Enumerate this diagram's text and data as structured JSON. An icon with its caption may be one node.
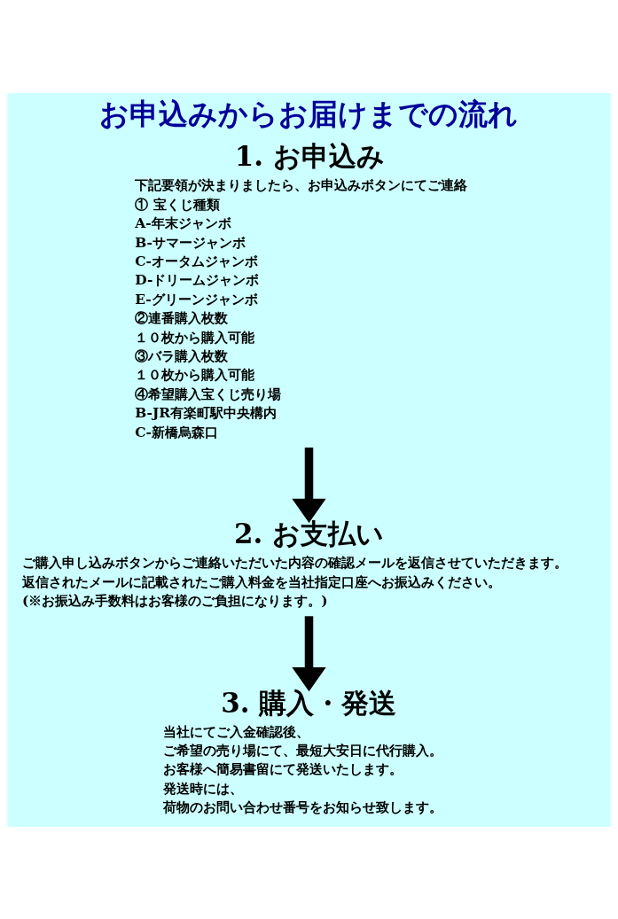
{
  "diagram": {
    "title": "お申込みからお届けまでの流れ",
    "nodes": [
      {
        "text": [
          "1. お申込み",
          "下記要領が決まりましたら、お申込みボタンにてご連絡",
          "① 宝くじ種類",
          "A-年末ジャンボ",
          "B-サマージャンボ",
          "C-オータムジャンボ",
          "D-ドリームジャンボ",
          "E-グリーンジャンボ",
          "②連番購入枚数",
          "１０枚から購入可能",
          "③バラ購入枚数",
          "１０枚から購入可能",
          "④希望購入宝くじ売り場",
          "B-JR有楽町駅中央構内",
          "C-新橋烏森口"
        ]
      },
      {
        "text": [
          "2. お支払い",
          "ご購入申し込みボタンからご連絡いただいた内容の確認メールを返信させていただきます。",
          "返信されたメールに記載されたご購入料金を当社指定口座へお振込みください。",
          "(※お振込み手数料はお客様のご負担になります。)"
        ]
      },
      {
        "text": [
          "3. 購入・発送",
          "当社にてご入金確認後、",
          "ご希望の売り場にて、最短大安日に代行購入。",
          "お客様へ簡易書留にて発送いたします。",
          "発送時には、",
          "荷物のお問い合わせ番号をお知らせ致します。"
        ]
      }
    ],
    "edges": [
      {
        "from": 0,
        "to": 1,
        "arrow": "to"
      },
      {
        "from": 1,
        "to": 2,
        "arrow": "to"
      }
    ]
  }
}
